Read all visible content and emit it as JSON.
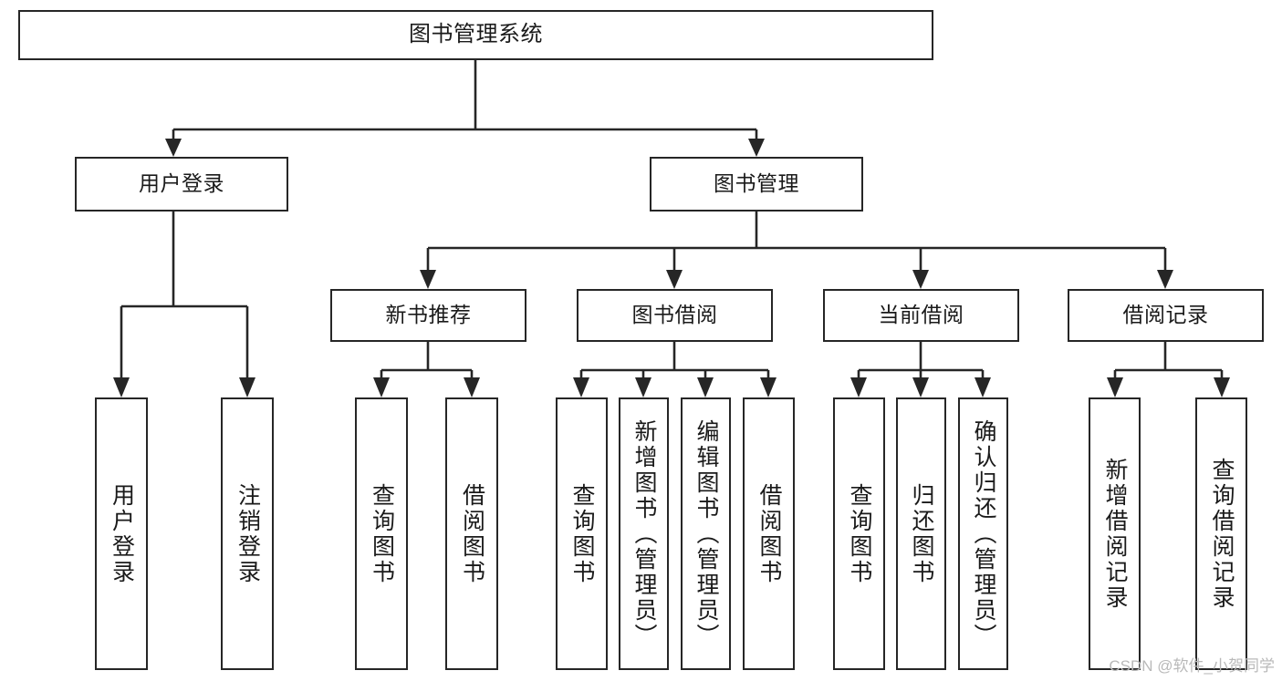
{
  "diagram": {
    "type": "tree",
    "title": "图书管理系统",
    "watermark": "CSDN @软件_小贺同学",
    "colors": {
      "stroke": "#262626",
      "fill": "#ffffff",
      "text": "#1a1a1a",
      "watermark": "#b9b9b9"
    },
    "root": {
      "id": "root",
      "label": "图书管理系统"
    },
    "level2": [
      {
        "id": "user-login",
        "label": "用户登录"
      },
      {
        "id": "book-manage",
        "label": "图书管理"
      }
    ],
    "level3": [
      {
        "id": "new-book-rec",
        "label": "新书推荐",
        "parent": "book-manage"
      },
      {
        "id": "book-borrow",
        "label": "图书借阅",
        "parent": "book-manage"
      },
      {
        "id": "current-borrow",
        "label": "当前借阅",
        "parent": "book-manage"
      },
      {
        "id": "borrow-record",
        "label": "借阅记录",
        "parent": "book-manage"
      }
    ],
    "leaves": [
      {
        "id": "leaf-user-login",
        "label": "用户登录",
        "parent": "user-login"
      },
      {
        "id": "leaf-user-logout",
        "label": "注销登录",
        "parent": "user-login"
      },
      {
        "id": "leaf-query-book-1",
        "label": "查询图书",
        "parent": "new-book-rec"
      },
      {
        "id": "leaf-borrow-book-1",
        "label": "借阅图书",
        "parent": "new-book-rec"
      },
      {
        "id": "leaf-query-book-2",
        "label": "查询图书",
        "parent": "book-borrow"
      },
      {
        "id": "leaf-add-book",
        "label": "新增图书（管理员）",
        "parent": "book-borrow"
      },
      {
        "id": "leaf-edit-book",
        "label": "编辑图书（管理员）",
        "parent": "book-borrow"
      },
      {
        "id": "leaf-borrow-book-2",
        "label": "借阅图书",
        "parent": "book-borrow"
      },
      {
        "id": "leaf-query-book-3",
        "label": "查询图书",
        "parent": "current-borrow"
      },
      {
        "id": "leaf-return-book",
        "label": "归还图书",
        "parent": "current-borrow"
      },
      {
        "id": "leaf-confirm-return",
        "label": "确认归还（管理员）",
        "parent": "current-borrow"
      },
      {
        "id": "leaf-add-record",
        "label": "新增借阅记录",
        "parent": "borrow-record"
      },
      {
        "id": "leaf-query-record",
        "label": "查询借阅记录",
        "parent": "borrow-record"
      }
    ]
  }
}
